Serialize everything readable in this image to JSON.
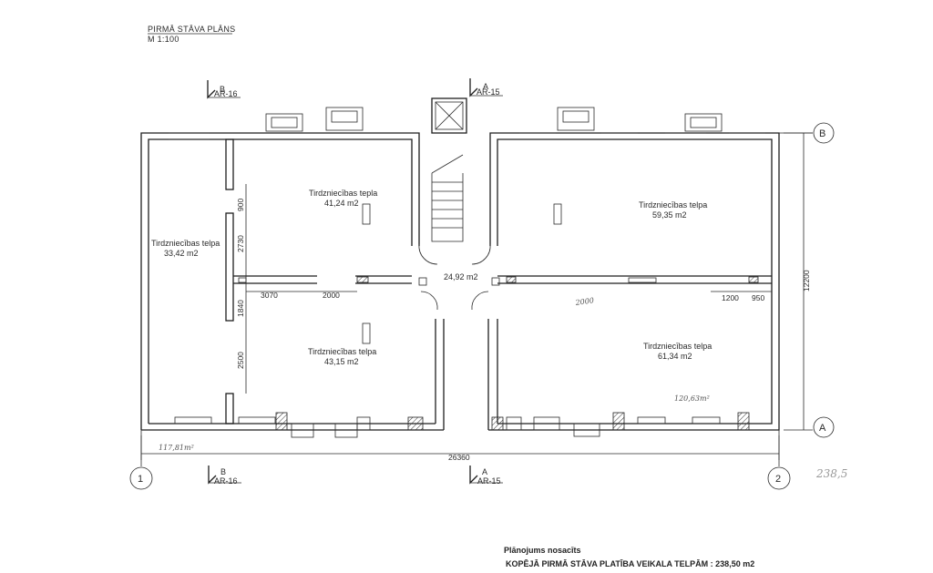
{
  "header": {
    "title": "PIRMĀ STĀVA PLĀNS",
    "scale": "M 1:100"
  },
  "section_marks": {
    "b_letter": "B",
    "b_ref": "AR-16",
    "a_letter": "A",
    "a_ref": "AR-15"
  },
  "axes": {
    "row_top": "B",
    "row_bottom": "A",
    "col_left": "1",
    "col_right": "2"
  },
  "rooms": [
    {
      "name": "Tirdzniecības telpa",
      "area": "33,42 m2"
    },
    {
      "name": "Tirdzniecības tepla",
      "area": "41,24 m2"
    },
    {
      "name": "Tirdzniecības telpa",
      "area": "43,15 m2"
    },
    {
      "name": "Tirdzniecības telpa",
      "area": "59,35 m2"
    },
    {
      "name": "Tirdzniecības telpa",
      "area": "61,34 m2"
    }
  ],
  "hall_area": "24,92 m2",
  "dimensions": {
    "overall_width": "26360",
    "overall_depth": "12200",
    "d900": "900",
    "d2730": "2730",
    "d1840": "1840",
    "d2500": "2500",
    "d3070": "3070",
    "d2000": "2000",
    "d1200": "1200",
    "d950": "950"
  },
  "handwritten": {
    "h1": "2000",
    "h2": "120,63m²",
    "h3": "117,81m²",
    "h4": "238,5"
  },
  "footer": {
    "approved": "Plānojums nosacīts",
    "total_area": "KOPĒJĀ PIRMĀ STĀVA PLATĪBA VEIKALA TELPĀM : 238,50 m2"
  }
}
